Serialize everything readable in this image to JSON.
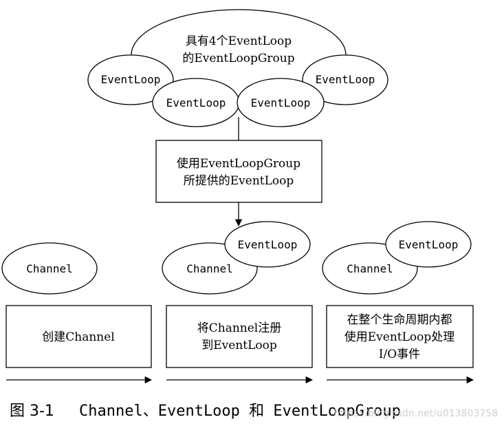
{
  "group": {
    "line1": "具有4个EventLoop",
    "line2": "的EventLoopGroup"
  },
  "event_loop_label": "EventLoop",
  "provider_box": {
    "line1": "使用EventLoopGroup",
    "line2": "所提供的EventLoop"
  },
  "channel_label": "Channel",
  "steps": [
    {
      "lines": [
        "创建Channel"
      ]
    },
    {
      "lines": [
        "将Channel注册",
        "到EventLoop"
      ]
    },
    {
      "lines": [
        "在整个生命周期内都",
        "使用EventLoop处理",
        "I/O事件"
      ]
    }
  ],
  "caption": {
    "figure": "图 3-1",
    "title": "Channel、EventLoop 和 EventLoopGroup"
  },
  "watermark": "https://blog.csdn.net/u013803758"
}
